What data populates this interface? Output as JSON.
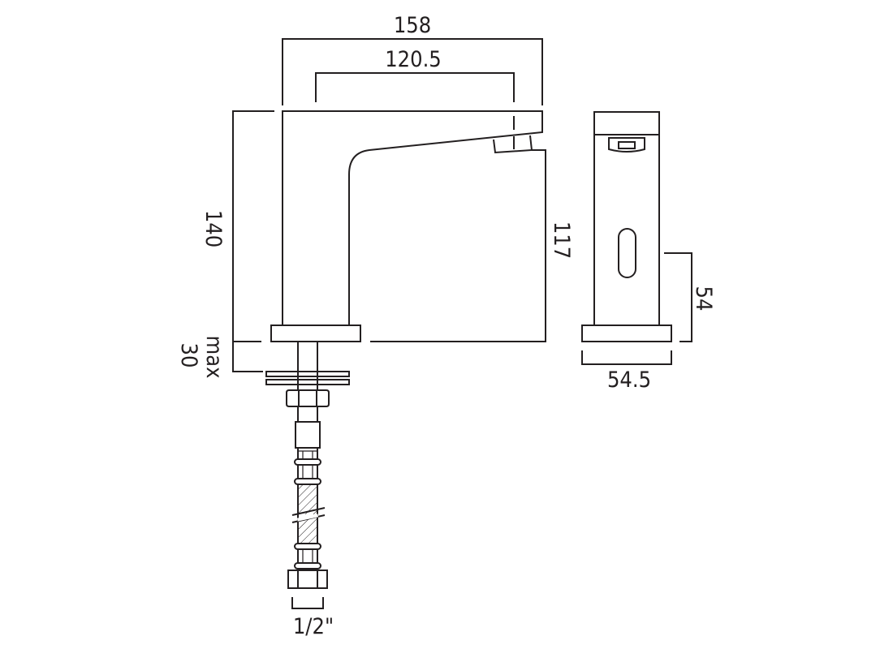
{
  "diagram": {
    "type": "technical-drawing",
    "subject": "basin tap with flexible hose - side and front elevation",
    "line_color": "#231f20",
    "background": "#ffffff",
    "units": "mm",
    "dimensions": {
      "overall_width": "158",
      "spout_reach": "120.5",
      "overall_height": "140",
      "spout_height": "117",
      "max_deck_thickness_line1": "max",
      "max_deck_thickness_line2": "30",
      "sensor_height": "54",
      "base_width": "54.5",
      "hose_thread": "1/2\""
    },
    "views": [
      {
        "name": "side-elevation",
        "components": [
          "body",
          "spout",
          "aerator",
          "base-plate",
          "shank",
          "washers",
          "nut",
          "hose",
          "hose-connector"
        ]
      },
      {
        "name": "front-elevation",
        "components": [
          "body",
          "aerator",
          "sensor-window",
          "base-plate"
        ]
      }
    ]
  }
}
